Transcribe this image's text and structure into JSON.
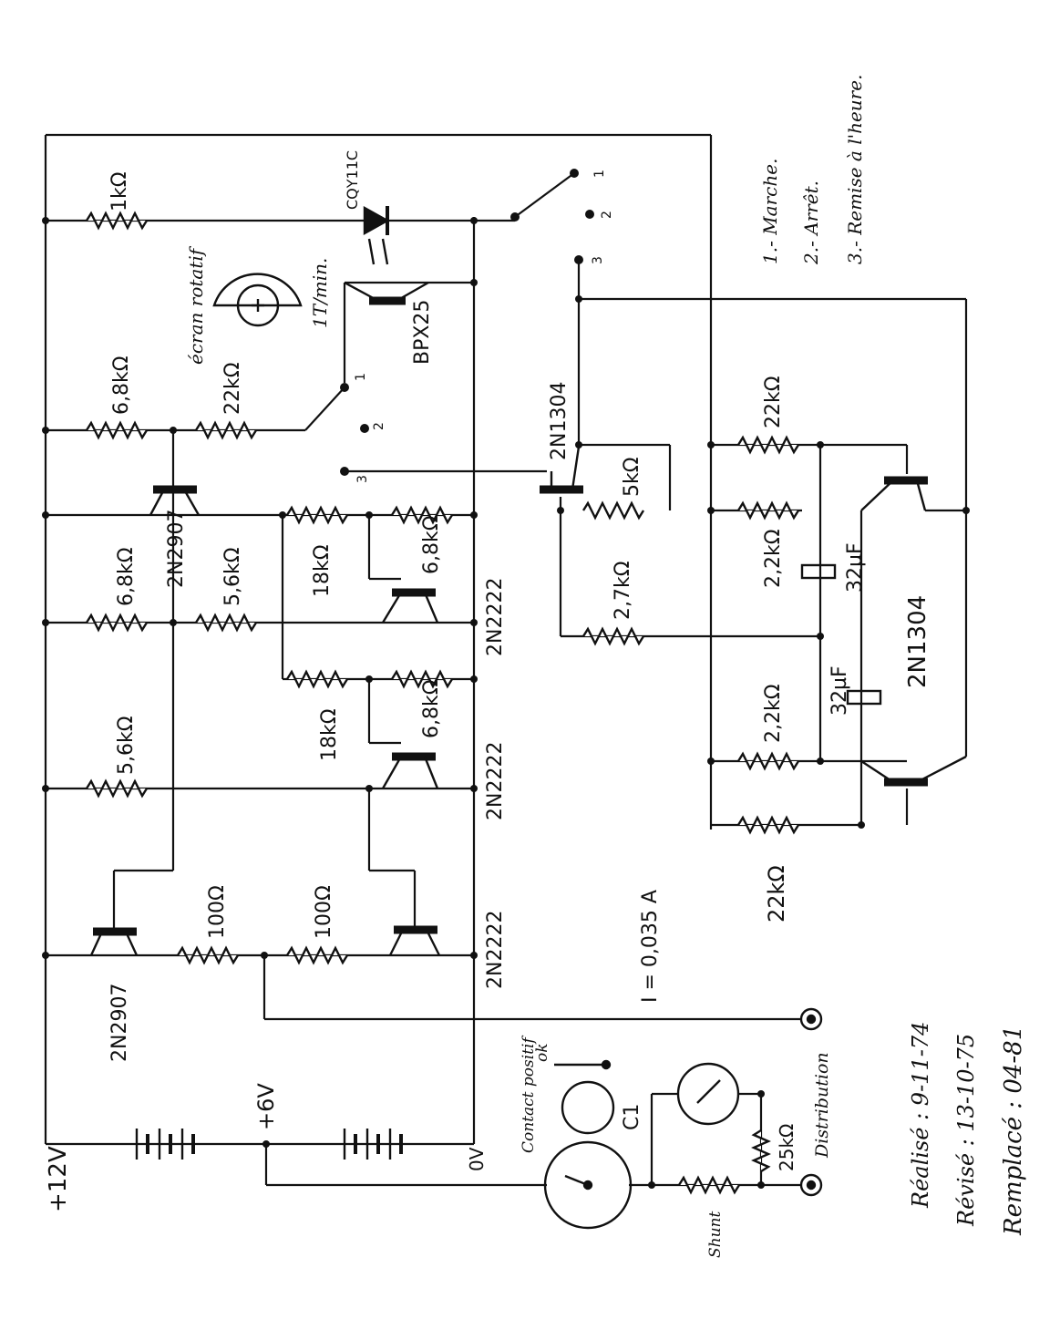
{
  "components": {
    "r_1k": "1kΩ",
    "led": "CQY11C",
    "screen": "écran rotatif",
    "speed": "1T/min.",
    "photo": "BPX25",
    "r_6k8_a": "6,8kΩ",
    "r_22k_a": "22kΩ",
    "r_6k8_b": "6,8kΩ",
    "r_5k6_a": "5,6kΩ",
    "r_5k6_b": "5,6kΩ",
    "r_18k_a": "18kΩ",
    "r_18k_b": "18kΩ",
    "r_6k8_c": "6,8kΩ",
    "r_6k8_d": "6,8kΩ",
    "r_100_a": "100Ω",
    "r_100_b": "100Ω",
    "q_2n2907_a": "2N2907",
    "q_2n2907_b": "2N2907",
    "q_2n2222_a": "2N2222",
    "q_2n2222_b": "2N2222",
    "q_2n2222_c": "2N2222",
    "q_2n1304_a": "2N1304",
    "q_2n1304_b": "2N1304",
    "r_5k": "5kΩ",
    "r_2k7": "2,7kΩ",
    "r_22k_b": "22kΩ",
    "r_2k2_a": "2,2kΩ",
    "c_32_a": "32µF",
    "c_32_b": "32µF",
    "r_2k2_b": "2,2kΩ",
    "r_22k_c": "22kΩ",
    "current": "I = 0,035 A",
    "v12": "+12V",
    "v6": "+6V",
    "v0": "0V",
    "contact": "Contact positif",
    "ok": "ok",
    "c1": "C1",
    "r_25k": "25kΩ",
    "shunt": "Shunt",
    "distribution": "Distribution",
    "sw1": "1",
    "sw2": "2",
    "sw3": "3",
    "swa1": "1",
    "swa2": "2",
    "swa3": "3"
  },
  "legend": [
    "1.- Marche.",
    "2.- Arrêt.",
    "3.- Remise à l'heure."
  ],
  "dates": {
    "realise": "Réalisé : 9-11-74",
    "revise": "Révisé : 13-10-75",
    "remplace": "Remplacé : 04-81"
  }
}
